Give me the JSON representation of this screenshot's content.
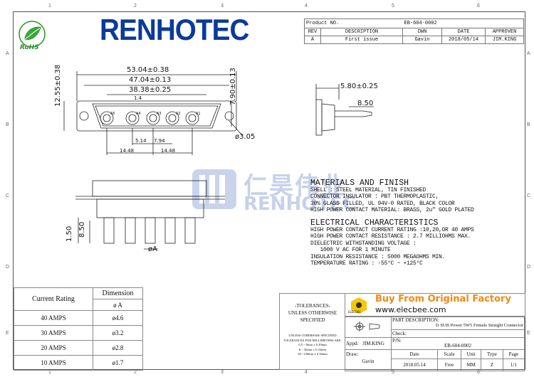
{
  "brand": {
    "name": "RENHOTEC",
    "logo_text": "RoHS"
  },
  "zones": {
    "cols": [
      "1",
      "2",
      "3",
      "4",
      "5",
      "6"
    ],
    "rows": [
      "A",
      "B",
      "C",
      "D",
      "E"
    ]
  },
  "title_block": {
    "product_no_label": "Product NO.",
    "product_no": "EB-604-0002",
    "headers": [
      "REV",
      "DESCRIPTION",
      "DWN",
      "DATE",
      "APPROVEN"
    ],
    "row": [
      "A",
      "First issue",
      "Gavin",
      "2018/05/14",
      "JIM.KING"
    ]
  },
  "dimensions": {
    "overall_width": "53.04±0.38",
    "mount_pitch": "47.04±0.13",
    "shell_width": "38.38±0.25",
    "pin_dia": "1.4",
    "overall_height": "12.55±0.38",
    "shell_height": "7.90±0.13",
    "hole_dia": "ø3.05",
    "contact_pitch": "5.14",
    "contact_pitch_2": "7.94",
    "half_left": "14.48",
    "half_right": "14.48",
    "side_depth": "5.80±0.25",
    "side_pin": "8.50",
    "front_tail": "1.50",
    "front_pin": "8.50",
    "phi_a": "øA"
  },
  "contacts": [
    "A5",
    "A4",
    "A3",
    "A2",
    "A1"
  ],
  "watermark": {
    "cn": "仁昊伟业",
    "en": "RENHOTEC"
  },
  "materials": {
    "heading": "MATERIALS AND FINISH",
    "lines": [
      "SHELL : STEEL MATERIAL, TIN FINISHED",
      "CONNECTOR INSULATOR : PBT THERMOPLASTIC,",
      "30% GLASS FILLED, UL 94V-0 RATED, BLACK COLOR",
      "HIGH POWER CONTACT MATERIAL: BRASS, 2u\" GOLD PLATED"
    ]
  },
  "electrical": {
    "heading": "ELECTRICAL CHARACTERISTICS",
    "lines": [
      "HIGH POWER CONTACT CURRENT RATING :10,20,OR 40 AMPS",
      "HIGH POWER CONTACT RESISTANCE : 2.7 MILLIOHMS MAX.",
      "DIELECTRIC WITHSTANDING VOLTAGE :",
      "   1000 V AC FOR 1 MINUTE",
      "INSULATION RESISTANCE : 5000 MEGAOHMS MIN.",
      "TEMPERATURE RATING : -55°C ~ +125°C"
    ]
  },
  "rating_table": {
    "col1": "Current Rating",
    "col2": "Dimension",
    "col2_sub": "ø A",
    "rows": [
      [
        "40 AMPS",
        "ø4.6"
      ],
      [
        "30 AMPS",
        "ø3.2"
      ],
      [
        "20 AMPS",
        "ø2.8"
      ],
      [
        "10 AMPS",
        "ø1.7"
      ]
    ]
  },
  "tolerances": {
    "title": "-TOLERANCES-",
    "line1": "UNLESS OTHERWISE",
    "line2": "SPECIFIED",
    "note1": "UNLESS OTHERWISE SPECIFIED",
    "note2": "TOLERANCES FOR MILLIMETERS ARE:",
    "t1": "0.5 ~ 8mm ± 0.20mm",
    "t2": "8 ~ 30mm ± 0.25mm",
    "t3": "30 ~120mm ± 0.30mm"
  },
  "elecbee": {
    "logo": "ELECBEE",
    "buy": "Buy From Original Factory",
    "url": "www.elecbee.com"
  },
  "part_block": {
    "desc_label": "PART DESCRIPTION:",
    "desc": "D SUB Power 5W5 Female Straight Connector",
    "check": "Check:",
    "appd": "Appd:",
    "appd_name": "JIM.KING",
    "pn_label": "P/N:",
    "pn": "EB-604-0002",
    "draw": "Draw:",
    "draw_name": "Gavin",
    "headers": [
      "Date",
      "Scale",
      "Unit",
      "Type",
      "Page"
    ],
    "values": [
      "2018.05.14",
      "Free",
      "MM",
      "Z",
      "1/1"
    ]
  }
}
